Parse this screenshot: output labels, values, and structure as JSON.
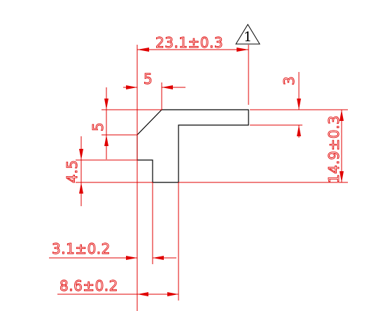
{
  "colors": {
    "dimension": "#e00000",
    "profile": "#000000",
    "background": "#ffffff"
  },
  "dimensions": {
    "overall_width": "23.1±0.3",
    "top_step": "5",
    "top_thickness": "3",
    "chamfer_height": "5",
    "overall_height": "14.9±0.3",
    "lower_step": "4.5",
    "inner_offset": "3.1±0.2",
    "foot_width": "8.6±0.2"
  },
  "datum": {
    "label": "1",
    "symbol": "triangle-icon"
  }
}
